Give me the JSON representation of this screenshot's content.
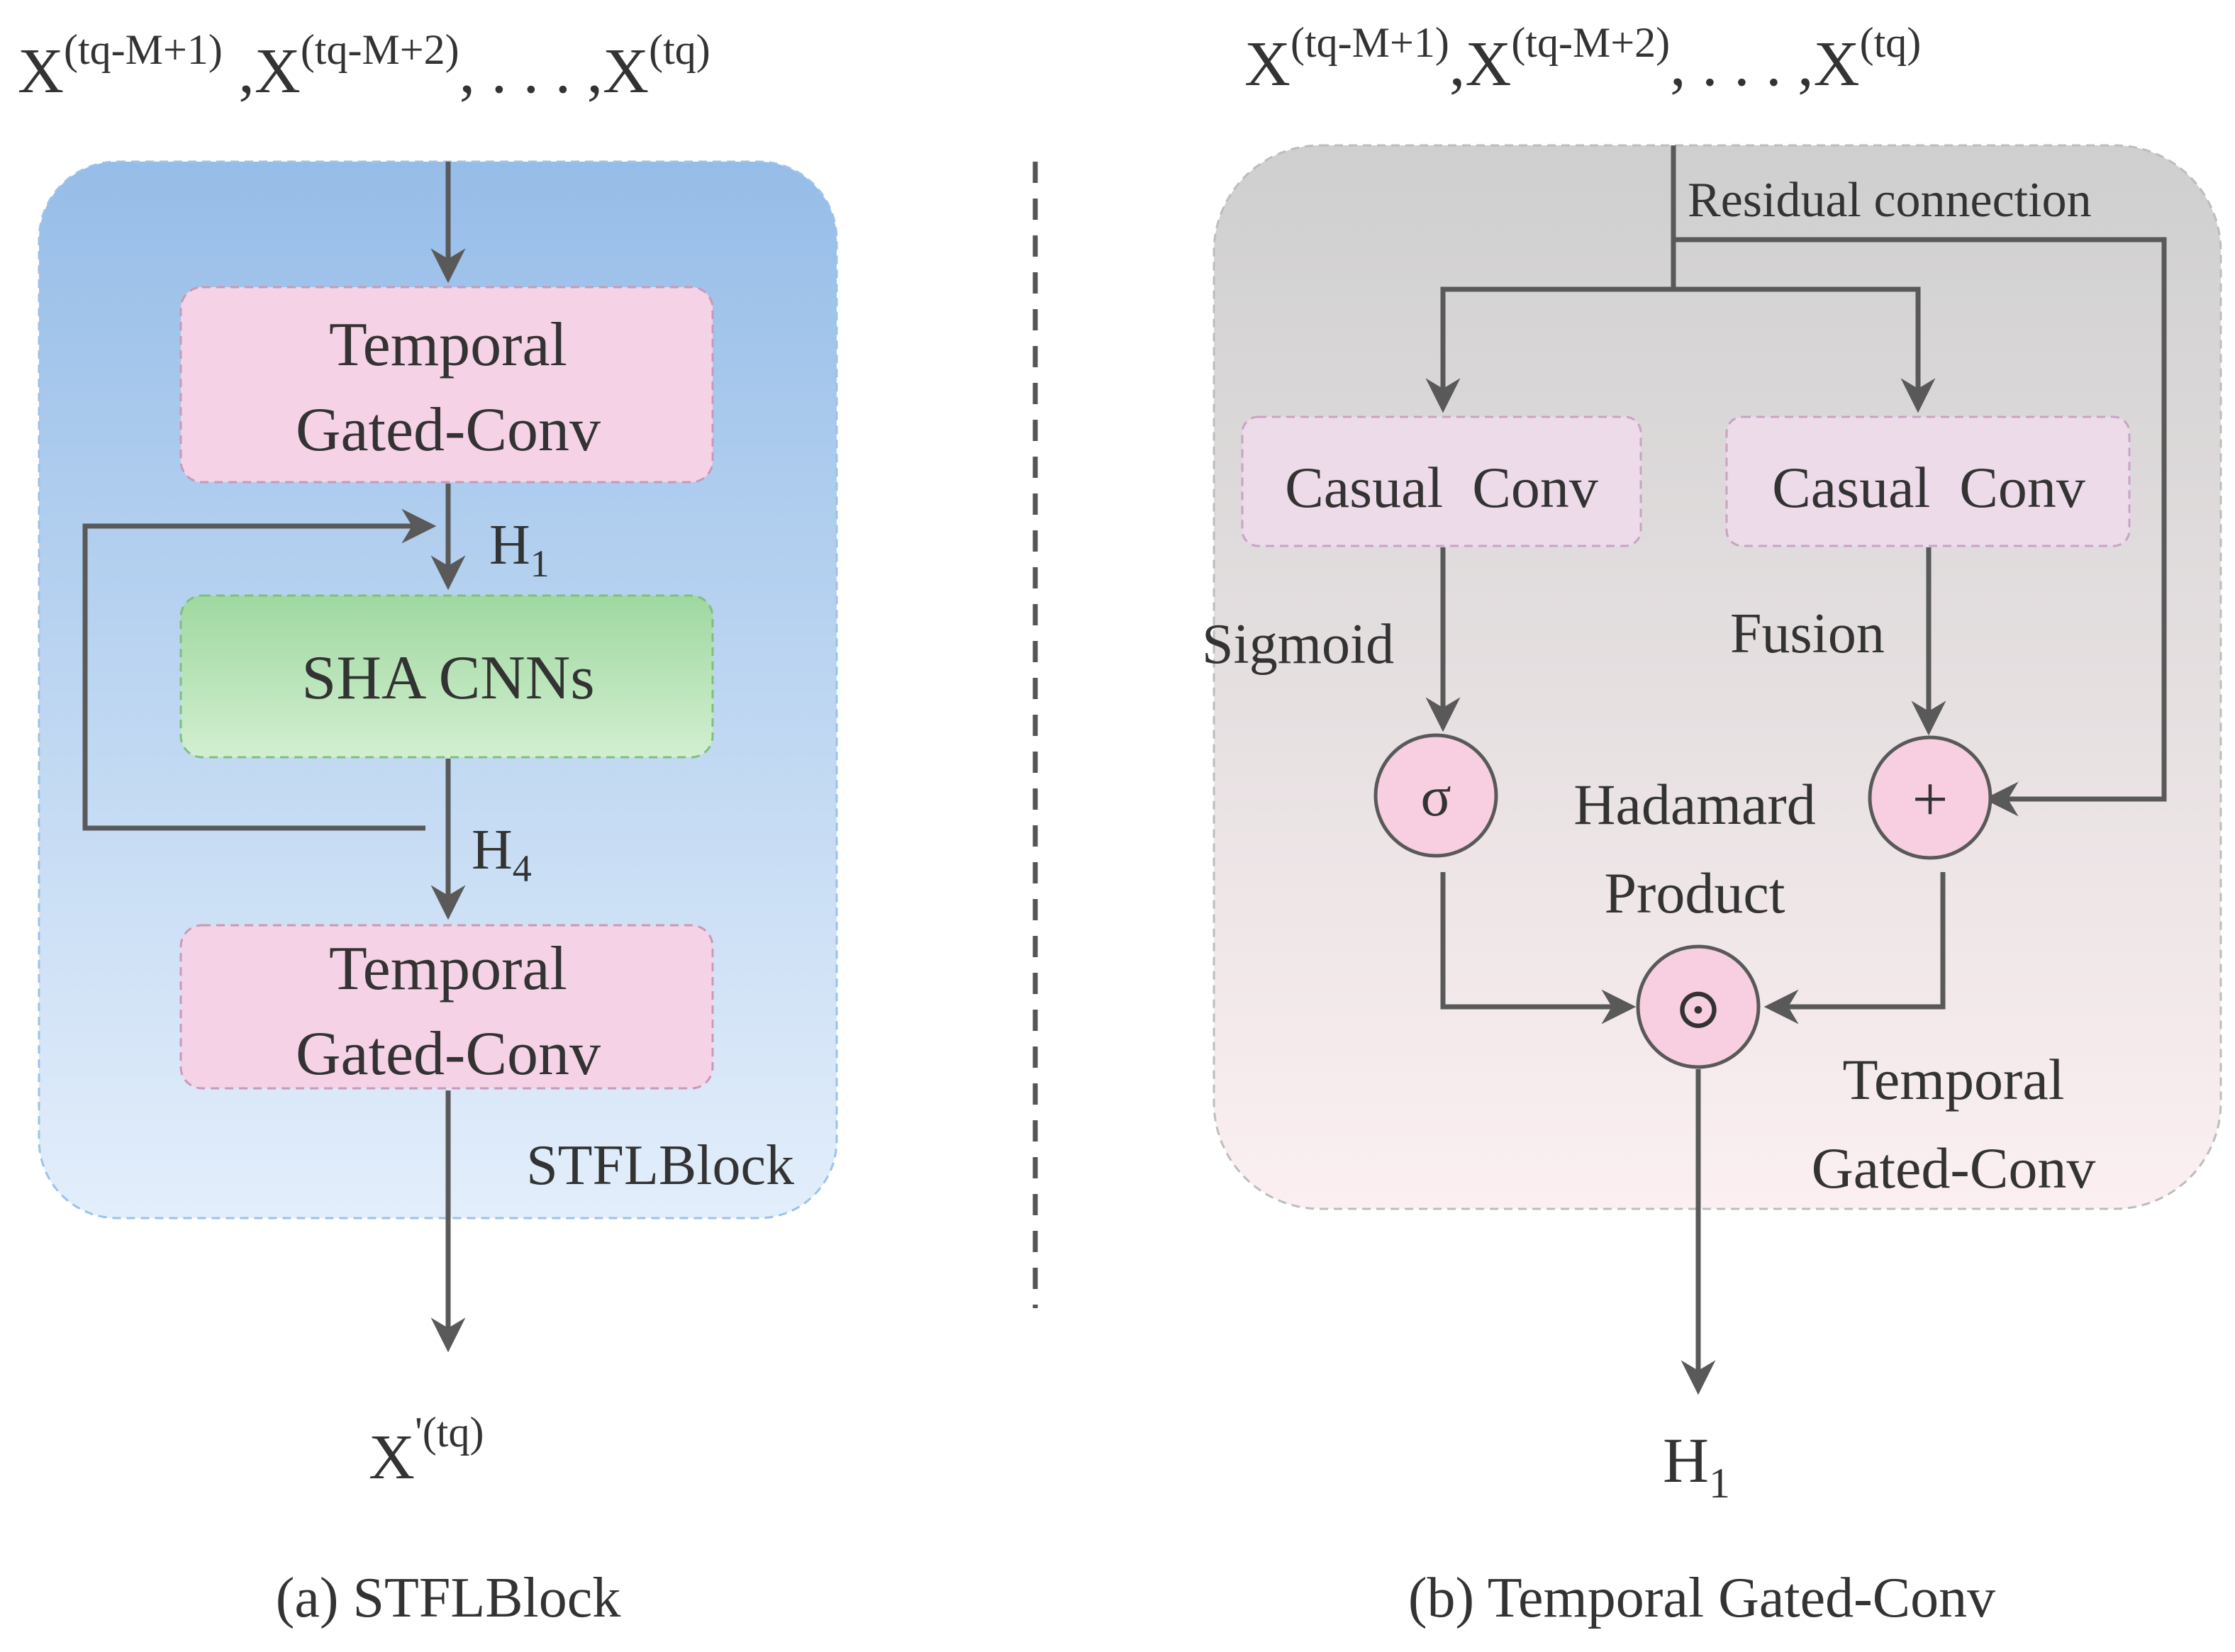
{
  "panel_a": {
    "input_label": {
      "parts": [
        {
          "base": "X",
          "sup": "(tq-M+1)"
        },
        {
          "base": ",X",
          "sup": "(tq-M+2)"
        },
        {
          "base": ",",
          "sup": ""
        },
        {
          "base": " . . . ",
          "sup": ""
        },
        {
          "base": ",X",
          "sup": "(tq)"
        }
      ]
    },
    "block_label": "STFLBlock",
    "top_box": {
      "line1": "Temporal",
      "line2": "Gated-Conv"
    },
    "middle_box": "SHA CNNs",
    "bottom_box": {
      "line1": "Temporal",
      "line2": "Gated-Conv"
    },
    "h1": {
      "base": "H",
      "sub": "1"
    },
    "h4": {
      "base": "H",
      "sub": "4"
    },
    "output": {
      "base": "X",
      "sup": "'(tq)"
    },
    "caption": "(a) STFLBlock",
    "colors": {
      "block_top": "#96bde8",
      "block_bottom": "#e3eefb"
    }
  },
  "panel_b": {
    "input_label": {
      "parts": [
        {
          "base": "X",
          "sup": "(tq-M+1)"
        },
        {
          "base": ",X",
          "sup": "(tq-M+2)"
        },
        {
          "base": ",",
          "sup": ""
        },
        {
          "base": " . . . ",
          "sup": ""
        },
        {
          "base": ",X",
          "sup": "(tq)"
        }
      ]
    },
    "residual_label": "Residual connection",
    "left_conv": "Casual  Conv",
    "right_conv": "Casual  Conv",
    "sigmoid_label": "Sigmoid",
    "fusion_label": "Fusion",
    "sigma_symbol": "σ",
    "plus_symbol": "+",
    "hadamard_label": {
      "line1": "Hadamard",
      "line2": "Product"
    },
    "odot_symbol": "⊙",
    "block_label": {
      "line1": "Temporal",
      "line2": "Gated-Conv"
    },
    "output": {
      "base": "H",
      "sub": "1"
    },
    "caption": "(b) Temporal Gated-Conv",
    "colors": {
      "block_top": "#cfcfcf",
      "block_bottom": "#fbeff1"
    }
  }
}
